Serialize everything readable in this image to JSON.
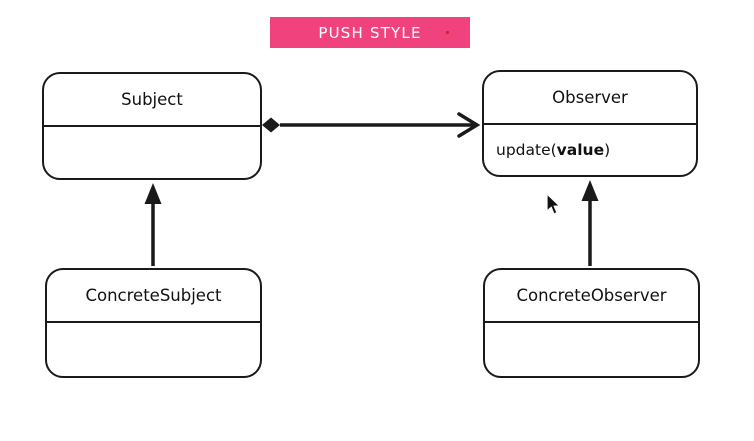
{
  "banner": {
    "label": "PUSH STYLE"
  },
  "colors": {
    "background": "#ffffff",
    "banner_bg": "#f0437e",
    "banner_text": "#ffffff",
    "line": "#1a1a1a",
    "dot": "#e01b2c"
  },
  "classes": {
    "subject": {
      "title": "Subject"
    },
    "observer": {
      "title": "Observer",
      "method": {
        "prefix": "update(",
        "param": "value",
        "suffix": ")"
      }
    },
    "concrete_subject": {
      "title": "ConcreteSubject"
    },
    "concrete_observer": {
      "title": "ConcreteObserver"
    }
  },
  "connectors": {
    "aggregation": {
      "from": "Subject",
      "to": "Observer",
      "head": "open-arrow",
      "tail": "filled-diamond"
    },
    "inheritance_left": {
      "from": "ConcreteSubject",
      "to": "Subject",
      "head": "filled-triangle"
    },
    "inheritance_right": {
      "from": "ConcreteObserver",
      "to": "Observer",
      "head": "filled-triangle"
    }
  }
}
